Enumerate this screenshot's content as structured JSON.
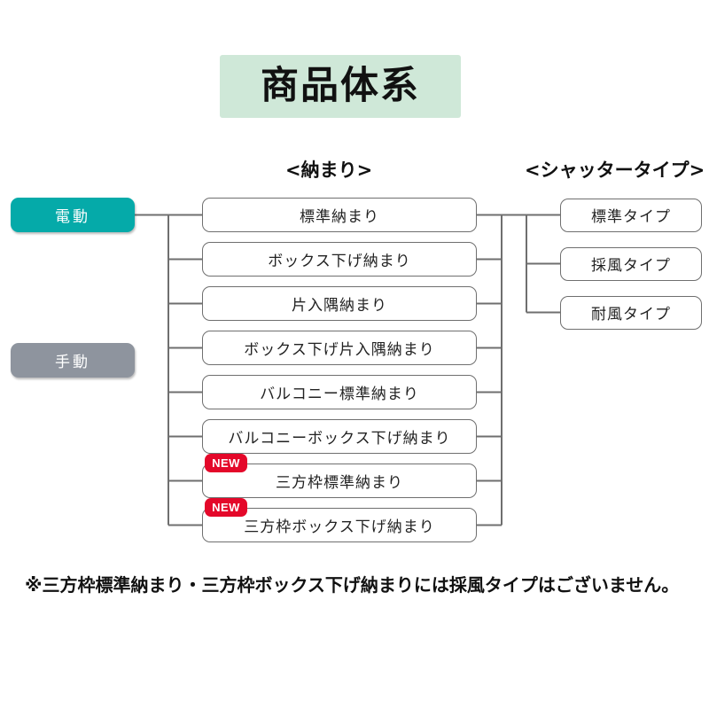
{
  "page": {
    "title": "商品体系",
    "background_color": "#ffffff",
    "title_background_color": "#cfe8d8"
  },
  "drive_column": {
    "items": [
      {
        "label": "電動",
        "color": "#05aaa9",
        "state": "active"
      },
      {
        "label": "手動",
        "color": "#8e949e",
        "state": "inactive"
      }
    ]
  },
  "osamari_column": {
    "header": "<納まり>",
    "items": [
      {
        "label": "標準納まり",
        "badge": ""
      },
      {
        "label": "ボックス下げ納まり",
        "badge": ""
      },
      {
        "label": "片入隅納まり",
        "badge": ""
      },
      {
        "label": "ボックス下げ片入隅納まり",
        "badge": ""
      },
      {
        "label": "バルコニー標準納まり",
        "badge": ""
      },
      {
        "label": "バルコニーボックス下げ納まり",
        "badge": ""
      },
      {
        "label": "三方枠標準納まり",
        "badge": "NEW"
      },
      {
        "label": "三方枠ボックス下げ納まり",
        "badge": "NEW"
      }
    ],
    "badge_color": "#e4082a"
  },
  "shutter_column": {
    "header": "<シャッタータイプ>",
    "items": [
      {
        "label": "標準タイプ"
      },
      {
        "label": "採風タイプ"
      },
      {
        "label": "耐風タイプ"
      }
    ]
  },
  "footnote": {
    "text": "※三方枠標準納まり・三方枠ボックス下げ納まりには採風タイプはございません。"
  }
}
